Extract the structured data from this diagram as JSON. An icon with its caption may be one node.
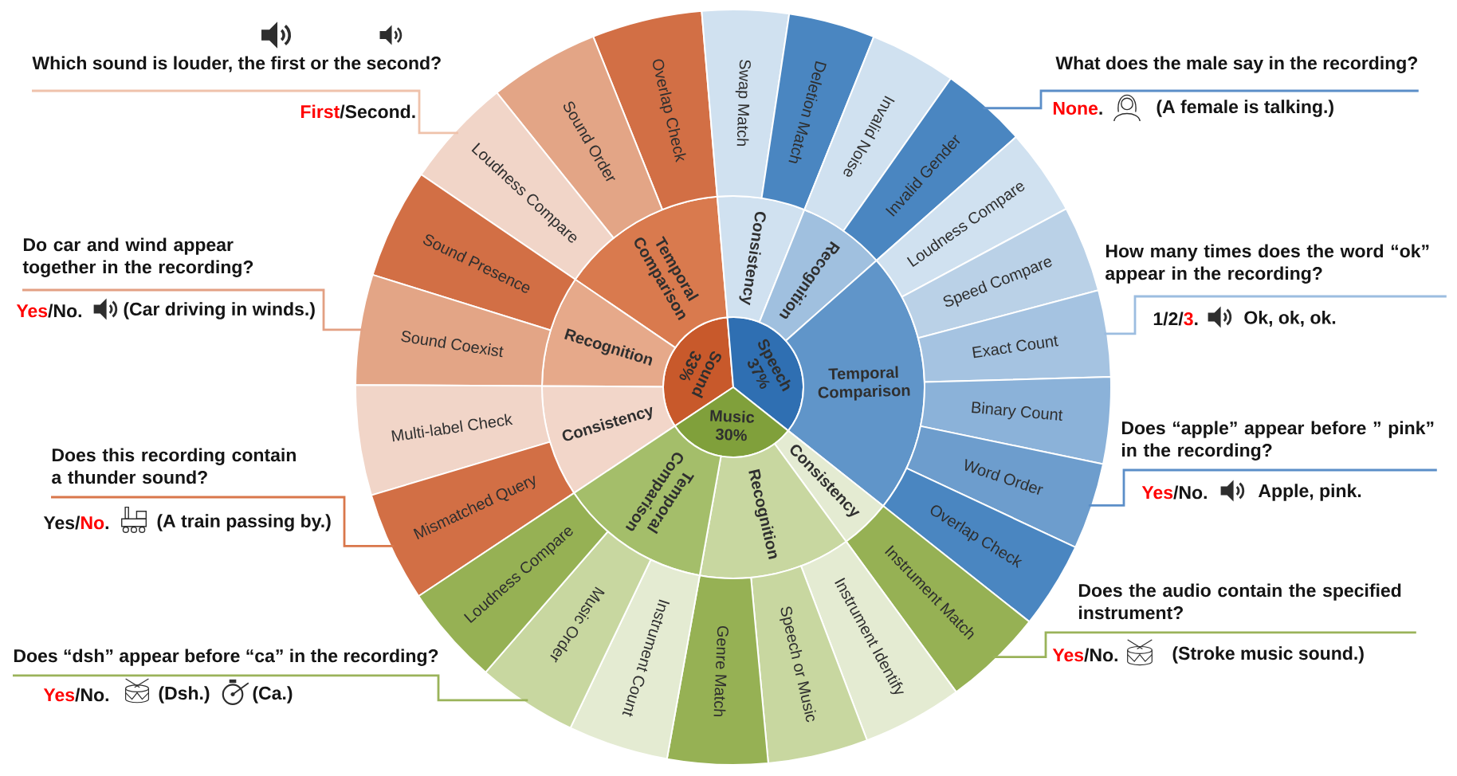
{
  "diagram": {
    "nodes": [
      {
        "text": [
          "Sound 33%"
        ]
      },
      {
        "text": [
          "Speech 37%"
        ]
      },
      {
        "text": [
          "Music 30%"
        ]
      },
      {
        "text": [
          "Temporal Comparison"
        ]
      },
      {
        "text": [
          "Recognition"
        ]
      },
      {
        "text": [
          "Consistency"
        ]
      },
      {
        "text": [
          "Consistency"
        ]
      },
      {
        "text": [
          "Recognition"
        ]
      },
      {
        "text": [
          "Temporal Comparison"
        ]
      },
      {
        "text": [
          "Consistency"
        ]
      },
      {
        "text": [
          "Recognition"
        ]
      },
      {
        "text": [
          "Temporal Comparison"
        ]
      },
      {
        "text": [
          "Overlap Check"
        ]
      },
      {
        "text": [
          "Sound Order"
        ]
      },
      {
        "text": [
          "Loudness Compare"
        ]
      },
      {
        "text": [
          "Sound Presence"
        ]
      },
      {
        "text": [
          "Sound Coexist"
        ]
      },
      {
        "text": [
          "Multi-label Check"
        ]
      },
      {
        "text": [
          "Mismatched Query"
        ]
      },
      {
        "text": [
          "Swap Match"
        ]
      },
      {
        "text": [
          "Deletion Match"
        ]
      },
      {
        "text": [
          "Invalid Noise"
        ]
      },
      {
        "text": [
          "Invalid Gender"
        ]
      },
      {
        "text": [
          "Loudness Compare"
        ]
      },
      {
        "text": [
          "Speed Compare"
        ]
      },
      {
        "text": [
          "Exact Count"
        ]
      },
      {
        "text": [
          "Binary Count"
        ]
      },
      {
        "text": [
          "Word Order"
        ]
      },
      {
        "text": [
          "Overlap Check"
        ]
      },
      {
        "text": [
          "Instrument Match"
        ]
      },
      {
        "text": [
          "Instrument Identify"
        ]
      },
      {
        "text": [
          "Speech or Music"
        ]
      },
      {
        "text": [
          "Genre Match"
        ]
      },
      {
        "text": [
          "Instrument Count"
        ]
      },
      {
        "text": [
          "Music Order"
        ]
      },
      {
        "text": [
          "Loudness Compare"
        ]
      },
      {
        "text": [
          "Which sound is louder, the first or the second?",
          "**First**/Second."
        ]
      },
      {
        "text": [
          "What does the male say in the recording?",
          "**None**.",
          "(A female is talking.)"
        ]
      },
      {
        "text": [
          "Do car and wind appear together in the recording?",
          "**Yes**/No.",
          "(Car driving in winds.)"
        ]
      },
      {
        "text": [
          "How many times does the word “ok” appear in the recording?",
          "1/2/**3**.",
          "Ok, ok, ok."
        ]
      },
      {
        "text": [
          "Does this recording contain a thunder sound?",
          "Yes/**No**.",
          "(A train passing by.)"
        ]
      },
      {
        "text": [
          "Does “apple” appear before ” pink” in the recording?",
          "**Yes**/No.",
          "Apple, pink."
        ]
      },
      {
        "text": [
          "Does the audio contain the specified instrument?",
          "**Yes**/No.",
          "(Stroke music sound.)"
        ]
      },
      {
        "text": [
          "Does “dsh” appear before “ca” in the recording?",
          "**Yes**/No.",
          "(Dsh.)",
          "(Ca.)"
        ]
      }
    ],
    "edges": [
      {
        "from": 36,
        "to": 14,
        "arrow": "none",
        "color": "#efc2ab"
      },
      {
        "from": 37,
        "to": 22,
        "arrow": "none",
        "color": "#5b8ec8"
      },
      {
        "from": 38,
        "to": 16,
        "arrow": "none",
        "color": "#e3a083"
      },
      {
        "from": 39,
        "to": 25,
        "arrow": "none",
        "color": "#9cbde0"
      },
      {
        "from": 40,
        "to": 18,
        "arrow": "none",
        "color": "#d9774b"
      },
      {
        "from": 41,
        "to": 27,
        "arrow": "none",
        "color": "#5b8ec8"
      },
      {
        "from": 42,
        "to": 29,
        "arrow": "none",
        "color": "#9ab35a"
      },
      {
        "from": 43,
        "to": 34,
        "arrow": "none",
        "color": "#9ab35a"
      }
    ]
  }
}
